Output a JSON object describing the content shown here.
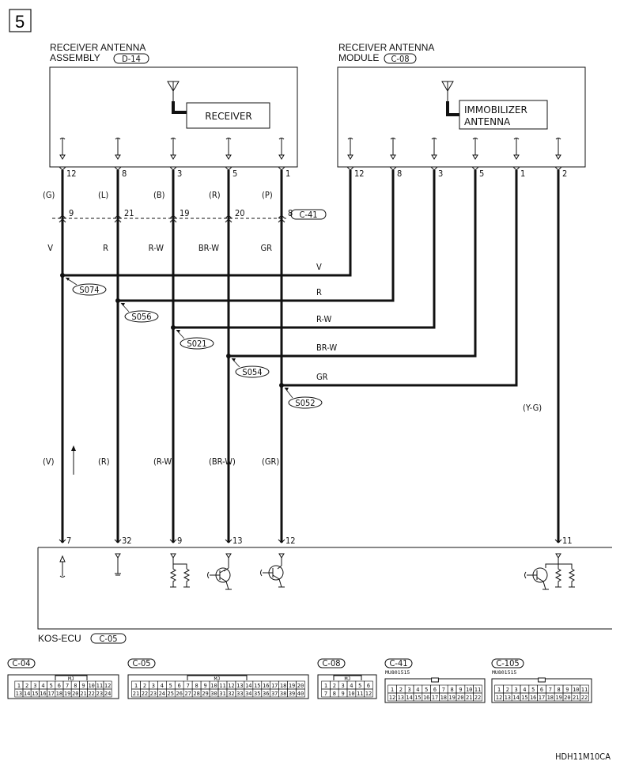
{
  "figure_number": "5",
  "components": {
    "assembly": {
      "title_line1": "RECEIVER ANTENNA",
      "title_line2": "ASSEMBLY",
      "connector": "D-14",
      "inner_label": "RECEIVER"
    },
    "module": {
      "title_line1": "RECEIVER ANTENNA",
      "title_line2": "MODULE",
      "connector": "C-08",
      "inner_label_line1": "IMMOBILIZER",
      "inner_label_line2": "ANTENNA"
    },
    "ecu": {
      "title": "KOS-ECU",
      "connector": "C-05"
    }
  },
  "assembly_pins": [
    "12",
    "8",
    "3",
    "5",
    "1"
  ],
  "module_pins": [
    "12",
    "8",
    "3",
    "5",
    "1",
    "2"
  ],
  "ecu_pins": [
    "7",
    "32",
    "9",
    "13",
    "12",
    "11"
  ],
  "assembly_wire_colors": [
    "(G)",
    "(L)",
    "(B)",
    "(R)",
    "(P)"
  ],
  "junction": {
    "connector": "C-41",
    "pins": [
      "9",
      "21",
      "19",
      "20",
      "8"
    ]
  },
  "mid_wire_colors": [
    "V",
    "R",
    "R-W",
    "BR-W",
    "GR"
  ],
  "horizontal_wire_colors": [
    "V",
    "R",
    "R-W",
    "BR-W",
    "GR"
  ],
  "splices": [
    "S074",
    "S056",
    "S021",
    "S054",
    "S052"
  ],
  "lower_wire_colors": [
    "(V)",
    "(R)",
    "(R-W)",
    "(BR-W)",
    "(GR)"
  ],
  "module_wire2_color": "(Y-G)",
  "connector_refs": [
    {
      "id": "C-04",
      "rows": [
        [
          "1",
          "2",
          "3",
          "4",
          "5",
          "6",
          "7",
          "8",
          "9",
          "10",
          "11",
          "12"
        ],
        [
          "13",
          "14",
          "15",
          "16",
          "17",
          "18",
          "19",
          "20",
          "21",
          "22",
          "23",
          "24"
        ]
      ]
    },
    {
      "id": "C-05",
      "rows": [
        [
          "1",
          "2",
          "3",
          "4",
          "5",
          "6",
          "7",
          "8",
          "9",
          "10",
          "11",
          "12",
          "13",
          "14",
          "15",
          "16",
          "17",
          "18",
          "19",
          "20"
        ],
        [
          "21",
          "22",
          "23",
          "24",
          "25",
          "26",
          "27",
          "28",
          "29",
          "30",
          "31",
          "32",
          "33",
          "34",
          "35",
          "36",
          "37",
          "38",
          "39",
          "40"
        ]
      ]
    },
    {
      "id": "C-08",
      "rows": [
        [
          "1",
          "2",
          "3",
          "4",
          "5",
          "6"
        ],
        [
          "7",
          "8",
          "9",
          "10",
          "11",
          "12"
        ]
      ]
    },
    {
      "id": "C-41",
      "part": "MU801515",
      "rows": [
        [
          "1",
          "2",
          "3",
          "4",
          "5",
          "6",
          "7",
          "8",
          "9",
          "10",
          "11"
        ],
        [
          "12",
          "13",
          "14",
          "15",
          "16",
          "17",
          "18",
          "19",
          "20",
          "21",
          "22"
        ]
      ]
    },
    {
      "id": "C-105",
      "part": "MU801515",
      "rows": [
        [
          "1",
          "2",
          "3",
          "4",
          "5",
          "6",
          "7",
          "8",
          "9",
          "10",
          "11"
        ],
        [
          "12",
          "13",
          "14",
          "15",
          "16",
          "17",
          "18",
          "19",
          "20",
          "21",
          "22"
        ]
      ]
    }
  ],
  "connector_mark": "MJ",
  "drawing_code": "HDH11M10CA"
}
